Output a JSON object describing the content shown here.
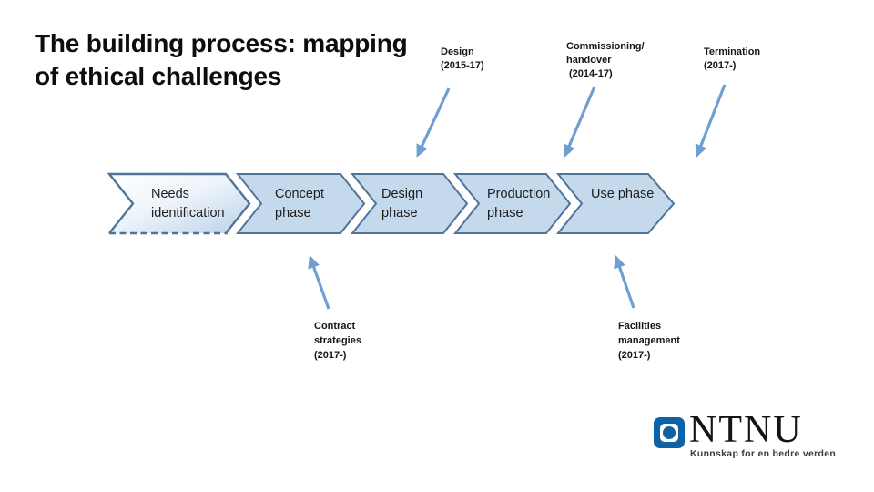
{
  "slide": {
    "title_lines": [
      "The building process: mapping",
      "of ethical challenges"
    ]
  },
  "timeline": {
    "phases": [
      {
        "label": "Needs identification"
      },
      {
        "label": "Concept phase"
      },
      {
        "label": "Design phase"
      },
      {
        "label": "Production phase"
      },
      {
        "label": "Use phase"
      }
    ]
  },
  "annotations": {
    "top": [
      {
        "label": "Design",
        "years": "(2015-17)"
      },
      {
        "label": "Commissioning/ handover",
        "years": "(2014-17)"
      },
      {
        "label": "Termination",
        "years": "(2017-)"
      }
    ],
    "bottom": [
      {
        "label": "Contract strategies",
        "years": "(2017-)"
      },
      {
        "label": "Facilities management",
        "years": "(2017-)"
      }
    ]
  },
  "logo": {
    "acronym": "NTNU",
    "tagline": "Kunnskap for en bedre verden"
  },
  "icons": {
    "arrow_down": "diagonal-down-arrow",
    "arrow_up": "diagonal-up-arrow",
    "emblem": "ntnu-emblem-icon"
  },
  "colors": {
    "chevron_fill": "#c5d9ec",
    "chevron_border": "#4e7597",
    "first_chevron_gradient_start": "#ffffff",
    "first_chevron_gradient_end": "#b9d1e9",
    "arrow": "#6f9fd0",
    "logo_blue": "#0e62a6",
    "text": "#161616"
  }
}
